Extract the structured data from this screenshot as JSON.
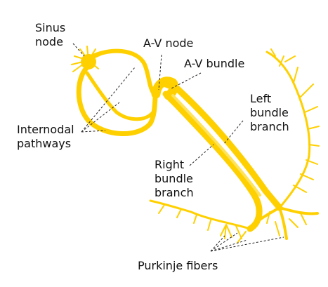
{
  "colors": {
    "conduction_tissue": "#ffd000",
    "conduction_tissue_light": "#ffe35a",
    "leader_line": "#222222",
    "text": "#111111"
  },
  "labels": {
    "sinus_node": [
      "Sinus",
      "node"
    ],
    "av_node": [
      "A-V node"
    ],
    "av_bundle": [
      "A-V bundle"
    ],
    "left_bundle_branch": [
      "Left",
      "bundle",
      "branch"
    ],
    "internodal_pathways": [
      "Internodal",
      "pathways"
    ],
    "right_bundle_branch": [
      "Right",
      "bundle",
      "branch"
    ],
    "purkinje_fibers": [
      "Purkinje fibers"
    ]
  }
}
